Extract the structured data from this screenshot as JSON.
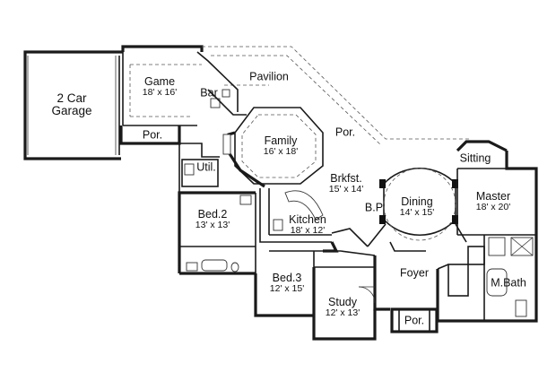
{
  "rooms": {
    "garage": {
      "name": "2 Car\nGarage",
      "name1": "2 Car",
      "name2": "Garage",
      "dims": ""
    },
    "game": {
      "name": "Game",
      "dims": "18' x 16'"
    },
    "bar": {
      "name": "Bar",
      "dims": ""
    },
    "pavilion": {
      "name": "Pavilion",
      "dims": ""
    },
    "por_left": {
      "name": "Por.",
      "dims": ""
    },
    "family": {
      "name": "Family",
      "dims": "16' x 18'"
    },
    "por_mid": {
      "name": "Por.",
      "dims": ""
    },
    "util": {
      "name": "Util.",
      "dims": ""
    },
    "brkfst": {
      "name": "Brkfst.",
      "dims": "15' x 14'"
    },
    "dining": {
      "name": "Dining",
      "dims": "14' x 15'"
    },
    "bp": {
      "name": "B.P",
      "dims": ""
    },
    "sitting": {
      "name": "Sitting",
      "dims": ""
    },
    "master": {
      "name": "Master",
      "dims": "18' x 20'"
    },
    "bed2": {
      "name": "Bed.2",
      "dims": "13' x 13'"
    },
    "kitchen": {
      "name": "Kitchen",
      "dims": "18' x 12'"
    },
    "foyer": {
      "name": "Foyer",
      "dims": ""
    },
    "mbath": {
      "name": "M.Bath",
      "dims": ""
    },
    "bed3": {
      "name": "Bed.3",
      "dims": "12' x 15'"
    },
    "study": {
      "name": "Study",
      "dims": "12' x 13'"
    },
    "por_front": {
      "name": "Por.",
      "dims": ""
    }
  }
}
